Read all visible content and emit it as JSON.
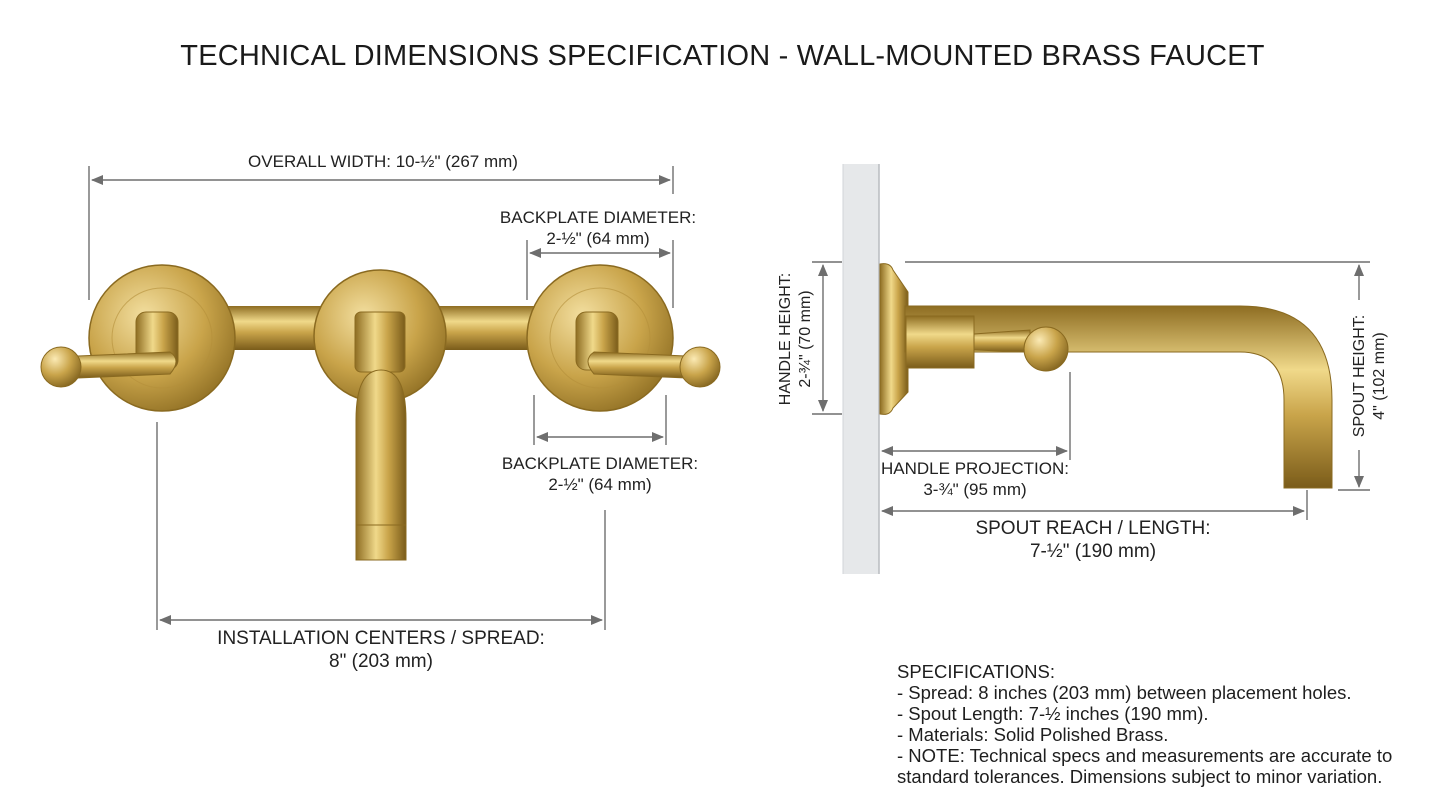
{
  "title": "TECHNICAL DIMENSIONS SPECIFICATION - WALL-MOUNTED BRASS FAUCET",
  "colors": {
    "brass": "#c9a44a",
    "brass_light": "#f0d98a",
    "brass_dark": "#8e6d22",
    "dimension_line": "#6e6e6e",
    "wall": "#e6e8ea"
  },
  "front_view": {
    "overall_width": {
      "label": "OVERALL WIDTH: 10-½\" (267 mm)"
    },
    "backplate_top": {
      "line1": "BACKPLATE DIAMETER:",
      "line2": "2-½\" (64 mm)"
    },
    "backplate_bottom": {
      "line1": "BACKPLATE DIAMETER:",
      "line2": "2-½\" (64 mm)"
    },
    "installation": {
      "line1": "INSTALLATION CENTERS / SPREAD:",
      "line2": "8\" (203 mm)"
    }
  },
  "side_view": {
    "handle_height": {
      "line1": "HANDLE HEIGHT:",
      "line2": "2-¾\" (70 mm)"
    },
    "spout_height": {
      "line1": "SPOUT HEIGHT:",
      "line2": "4\" (102 mm)"
    },
    "handle_projection": {
      "line1": "HANDLE PROJECTION:",
      "line2": "3-¾\" (95 mm)"
    },
    "spout_reach": {
      "line1": "SPOUT REACH / LENGTH:",
      "line2": "7-½\" (190 mm)"
    }
  },
  "specifications": {
    "heading": "SPECIFICATIONS:",
    "lines": [
      "- Spread: 8 inches (203 mm) between placement holes.",
      "- Spout Length: 7-½ inches (190 mm).",
      "- Materials: Solid Polished Brass.",
      "- NOTE: Technical specs and measurements are accurate to",
      "standard tolerances. Dimensions subject to minor variation."
    ]
  }
}
